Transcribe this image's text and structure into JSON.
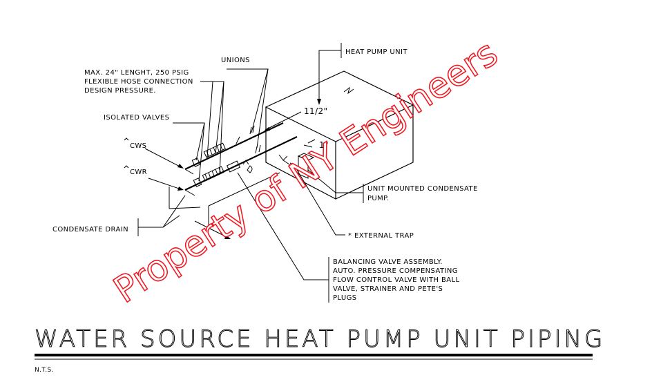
{
  "labels": {
    "unions": "UNIONS",
    "heat_pump_unit": "HEAT PUMP UNIT",
    "hose_1": "MAX. 24\" LENGHT, 250 PSIG",
    "hose_2": "FLEXIBLE HOSE CONNECTION",
    "hose_3": "DESIGN PRESSURE.",
    "isolated_valves": "ISOLATED VALVES",
    "size_11_2": "11/2\"",
    "size_1": "1\"",
    "cws": "CWS",
    "cwr": "CWR",
    "condensate_pump_1": "UNIT MOUNTED CONDENSATE",
    "condensate_pump_2": "PUMP.",
    "external_trap": "* EXTERNAL TRAP",
    "condensate_drain": "CONDENSATE DRAIN",
    "balancing_1": "BALANCING VALVE ASSEMBLY.",
    "balancing_2": "AUTO. PRESSURE COMPENSATING",
    "balancing_3": "FLOW CONTROL VALVE WITH BALL",
    "balancing_4": "VALVE, STRAINER AND PETE'S",
    "balancing_5": "PLUGS"
  },
  "title": "WATER SOURCE HEAT PUMP UNIT PIPING",
  "scale_note": "N.T.S.",
  "watermark": "Property of NY Engineers",
  "colors": {
    "line": "#000000",
    "watermark": "#ee1c24",
    "background": "#ffffff"
  }
}
